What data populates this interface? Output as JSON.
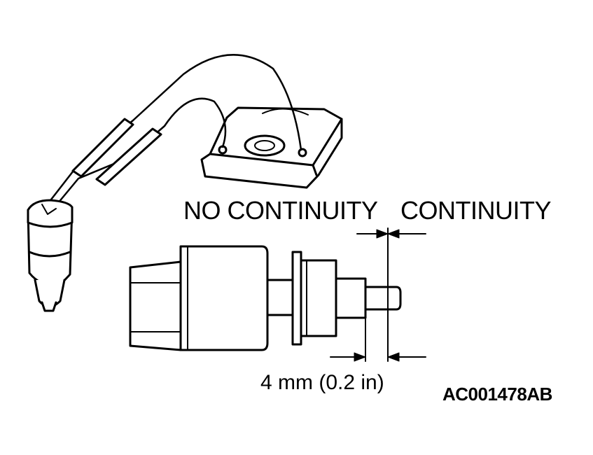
{
  "labels": {
    "no_continuity": "NO CONTINUITY",
    "continuity": "CONTINUITY",
    "dimension": "4 mm (0.2 in)",
    "figure_code": "AC001478AB"
  },
  "colors": {
    "ink": "#000000",
    "background": "#ffffff"
  }
}
